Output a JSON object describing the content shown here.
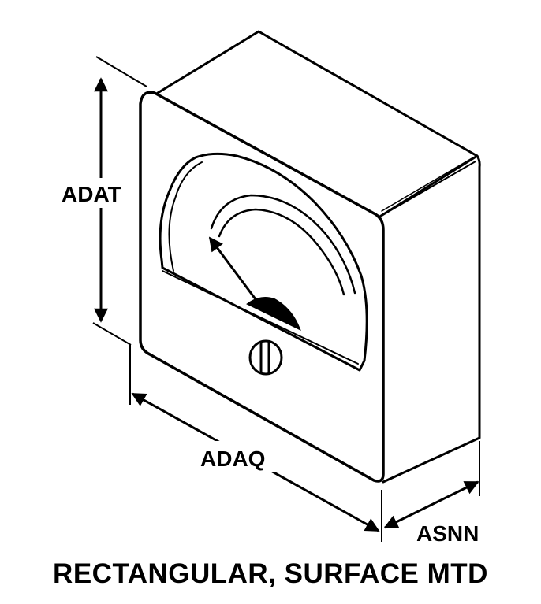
{
  "labels": {
    "height_dim": "ADAT",
    "width_dim": "ADAQ",
    "depth_dim": "ASNN"
  },
  "caption": "RECTANGULAR, SURFACE MTD",
  "colors": {
    "ink": "#000000",
    "paper": "#ffffff"
  }
}
